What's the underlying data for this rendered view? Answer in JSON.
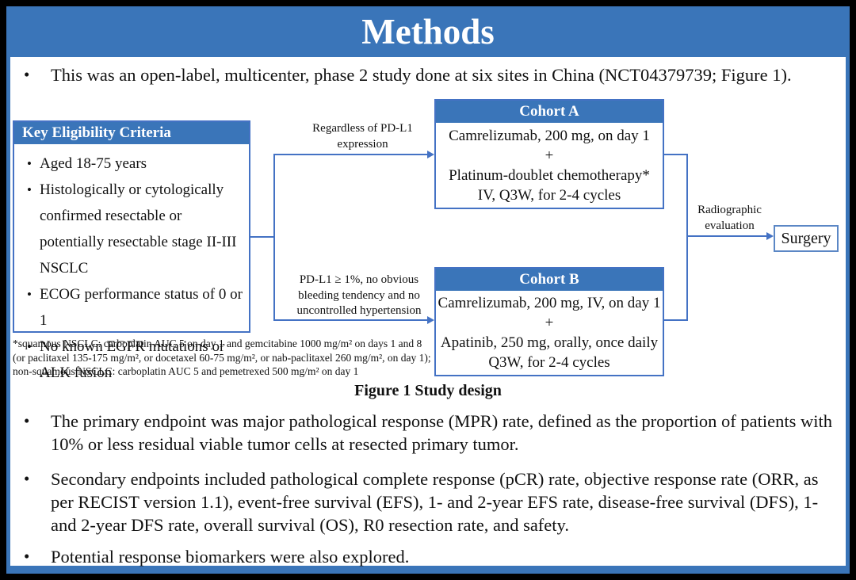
{
  "slide": {
    "title": "Methods",
    "colors": {
      "band_blue": "#3A75B9",
      "border_blue": "#4472C4",
      "line_blue": "#4472C4",
      "surgery_border": "#5B87C5"
    },
    "bullets": {
      "intro": "This was an open-label, multicenter, phase 2 study done at six sites in China (NCT04379739; Figure 1).",
      "primary": "The primary endpoint was major pathological response (MPR) rate, defined as the proportion of patients with 10% or less residual viable tumor cells at resected primary tumor.",
      "secondary": "Secondary endpoints included pathological complete response (pCR) rate, objective response rate (ORR, as per RECIST version 1.1), event-free survival (EFS), 1- and 2-year EFS rate, disease-free survival (DFS), 1- and 2-year DFS rate, overall survival (OS), R0 resection rate, and safety.",
      "biomarkers": "Potential response biomarkers were also explored.",
      "marker": "•"
    },
    "figure": {
      "caption": "Figure 1 Study design",
      "eligibility": {
        "header": "Key Eligibility Criteria",
        "items": [
          "Aged 18-75 years",
          "Histologically or cytologically confirmed resectable or potentially resectable stage II-III NSCLC",
          "ECOG performance status of 0 or 1",
          "No known EGFR mutations or ALK fusion"
        ]
      },
      "footnote": "*squamous NSCLC: carboplatin AUC 5 on day 1 and gemcitabine 1000 mg/m² on days 1 and 8 (or paclitaxel 135-175 mg/m², or docetaxel 60-75 mg/m², or nab-paclitaxel 260 mg/m², on day 1); non-squamous NSCLC: carboplatin AUC 5 and pemetrexed 500 mg/m² on day 1",
      "branch_a_label": "Regardless of PD-L1 expression",
      "branch_b_label": "PD-L1 ≥ 1%, no obvious bleeding tendency and no uncontrolled hypertension",
      "cohort_a": {
        "header": "Cohort A",
        "lines": [
          "Camrelizumab, 200 mg, on day 1",
          "+",
          "Platinum-doublet chemotherapy*",
          "IV, Q3W, for 2-4 cycles"
        ]
      },
      "cohort_b": {
        "header": "Cohort B",
        "lines": [
          "Camrelizumab, 200 mg, IV, on day 1",
          "+",
          "Apatinib, 250 mg, orally, once daily",
          "Q3W, for 2-4 cycles"
        ]
      },
      "evaluation_label": "Radiographic evaluation",
      "surgery_label": "Surgery"
    }
  }
}
